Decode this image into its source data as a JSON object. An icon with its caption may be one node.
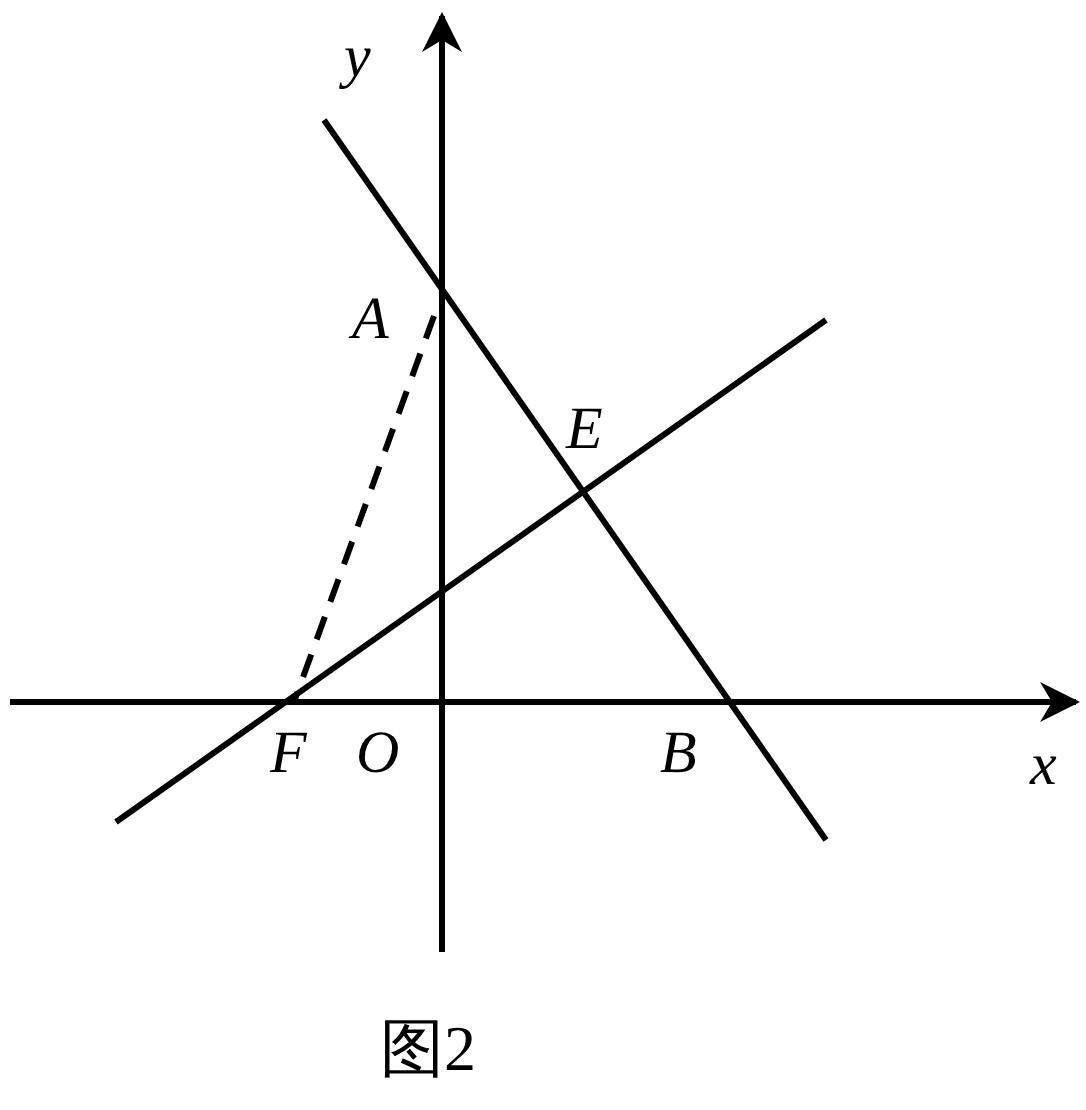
{
  "diagram": {
    "caption": "图2",
    "labels": [
      "y",
      "A",
      "E",
      "F",
      "O",
      "B",
      "x"
    ]
  }
}
